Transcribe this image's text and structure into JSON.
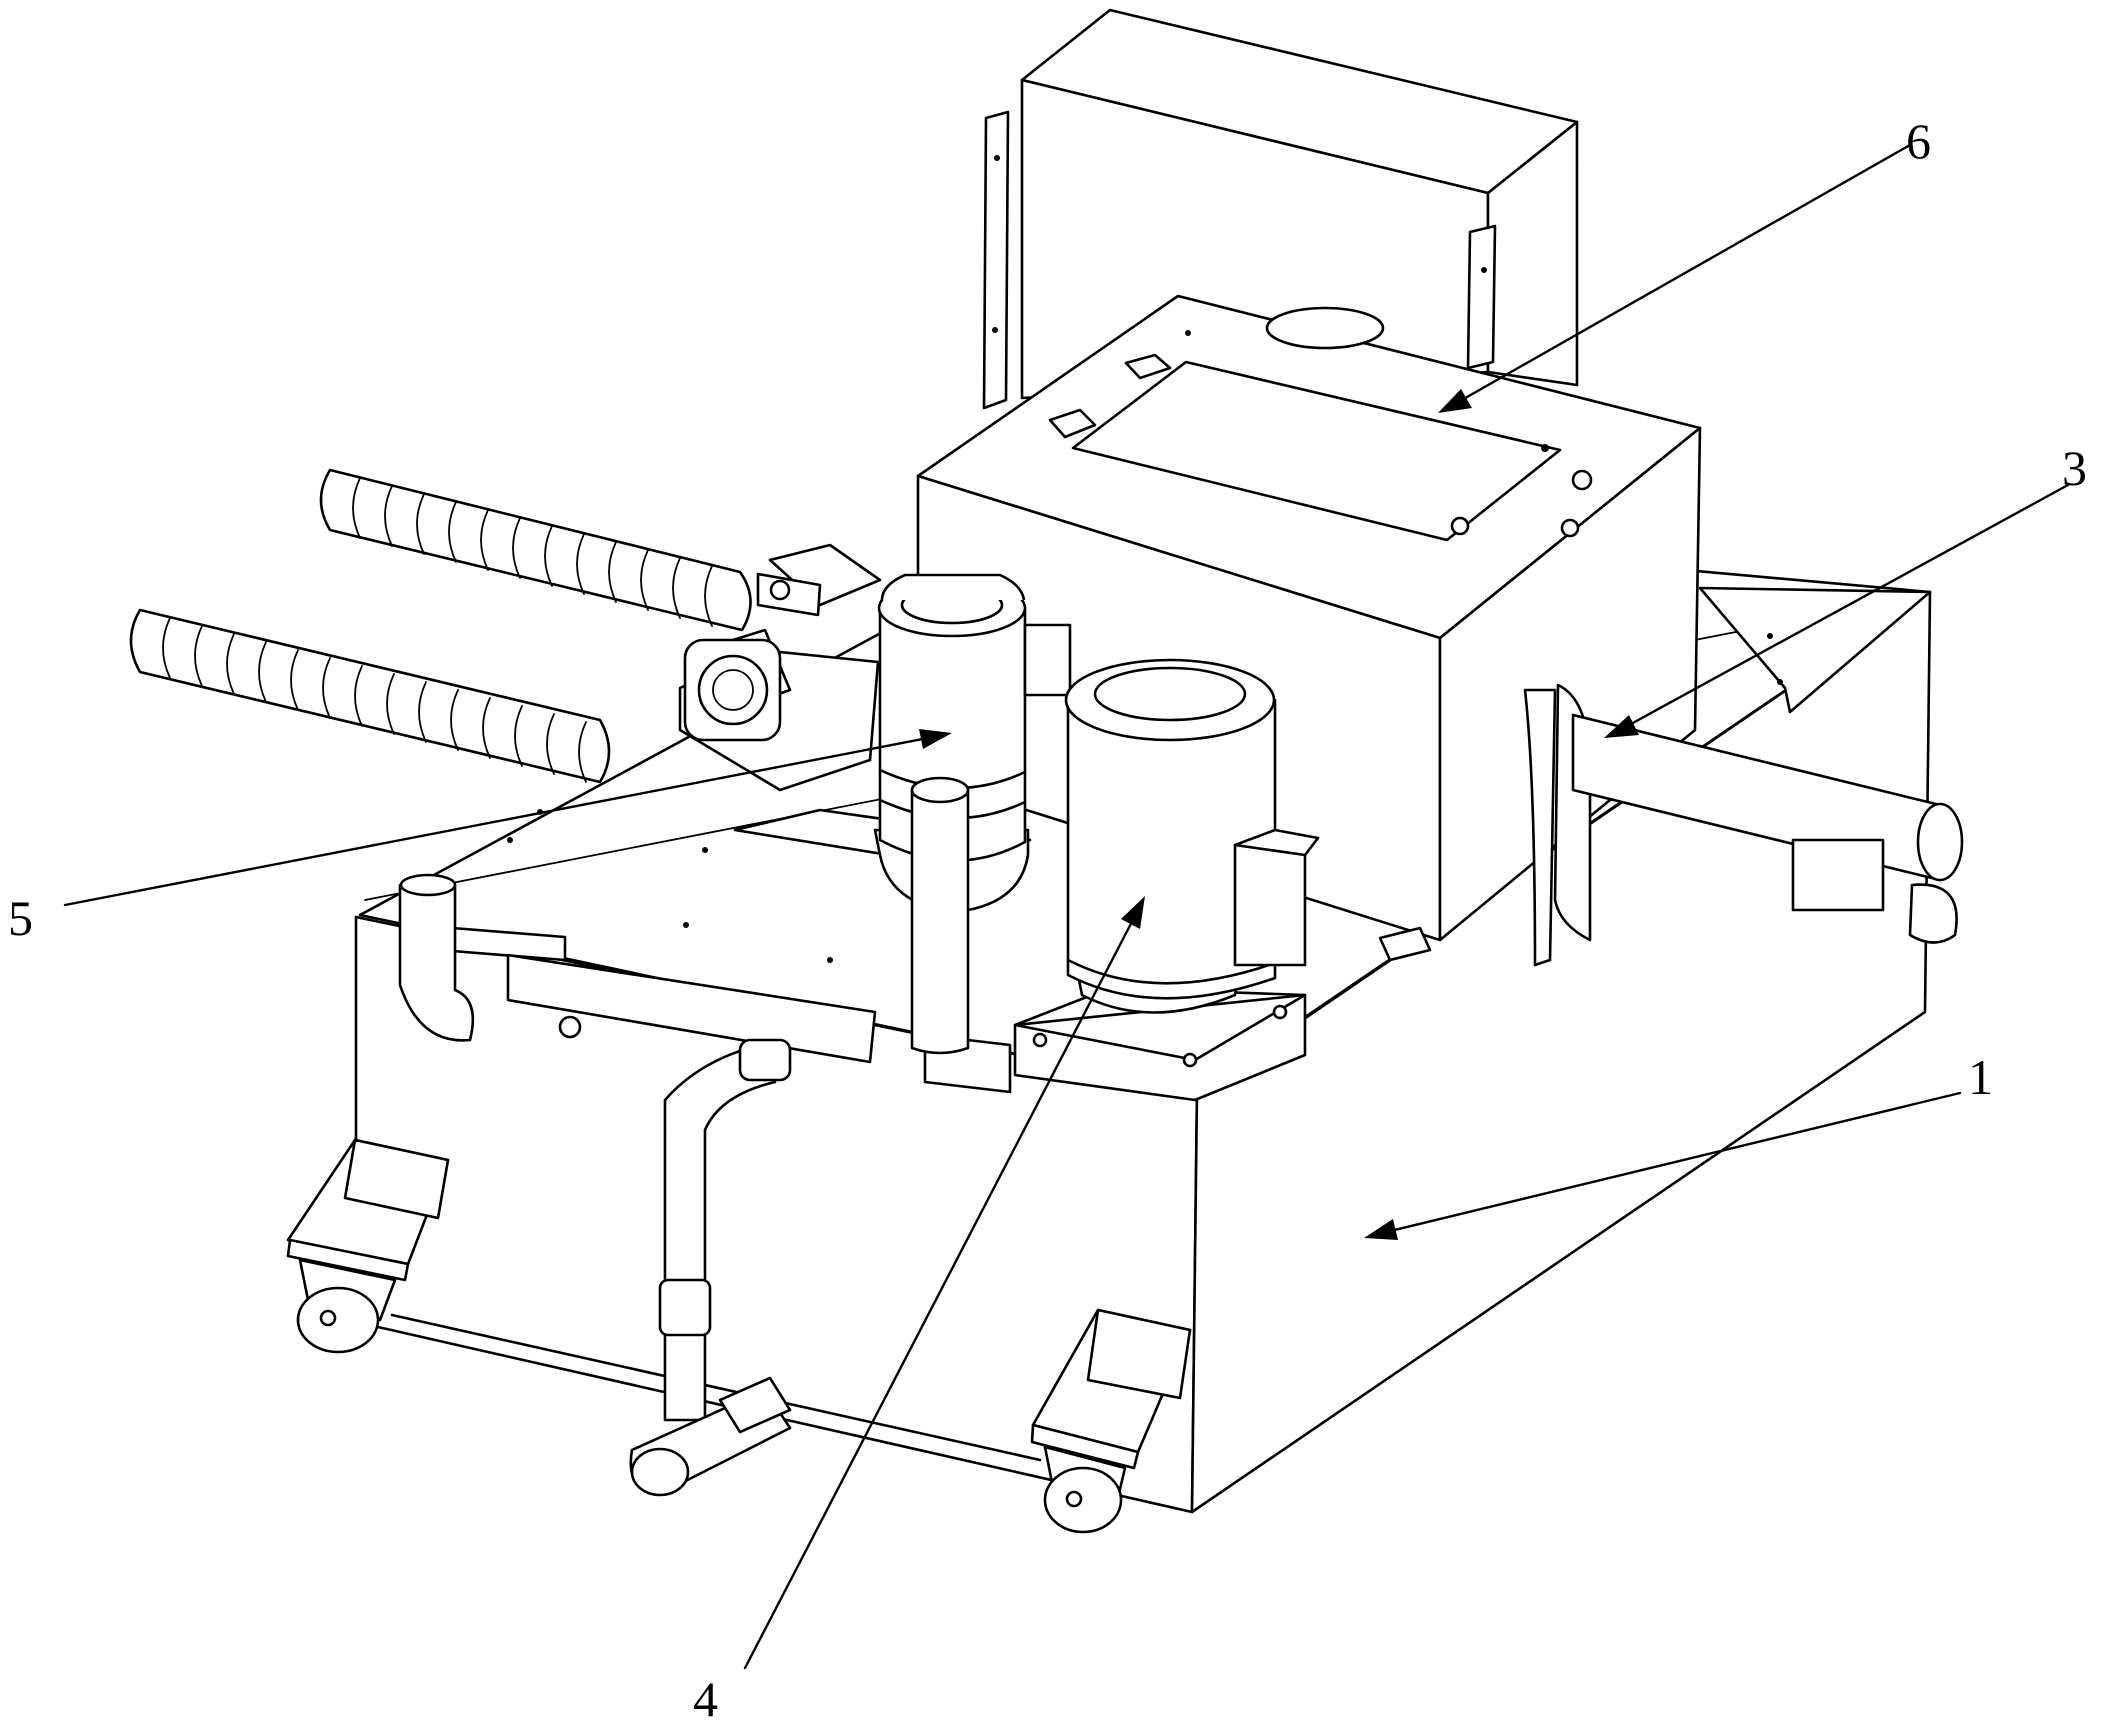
{
  "callouts": [
    {
      "id": "1",
      "label": "1"
    },
    {
      "id": "3",
      "label": "3"
    },
    {
      "id": "4",
      "label": "4"
    },
    {
      "id": "5",
      "label": "5"
    },
    {
      "id": "6",
      "label": "6"
    }
  ]
}
